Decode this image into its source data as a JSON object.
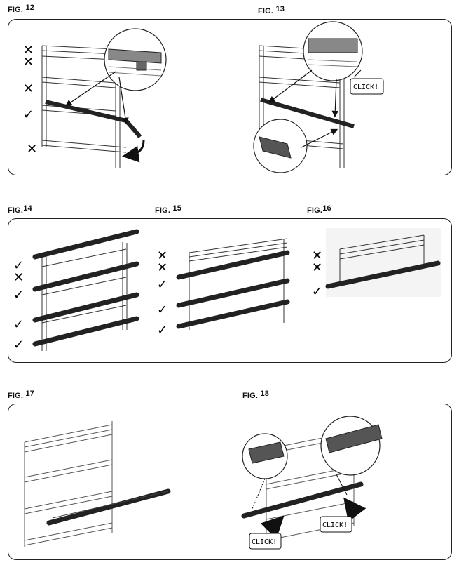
{
  "figures": [
    {
      "label": "FIG. ",
      "num": "12"
    },
    {
      "label": "FIG. ",
      "num": "13"
    },
    {
      "label": "FIG.",
      "num": "14"
    },
    {
      "label": "FIG.",
      "num": "15"
    },
    {
      "label": "FIG.",
      "num": "16"
    },
    {
      "label": "FIG. ",
      "num": "17"
    },
    {
      "label": "FIG.",
      "num": "18"
    }
  ],
  "callouts": {
    "click_13": "CLICK!",
    "click_18a": "CLICK!",
    "click_18b": "CLICK!"
  },
  "marks": {
    "check": "✓",
    "cross": "✕"
  }
}
